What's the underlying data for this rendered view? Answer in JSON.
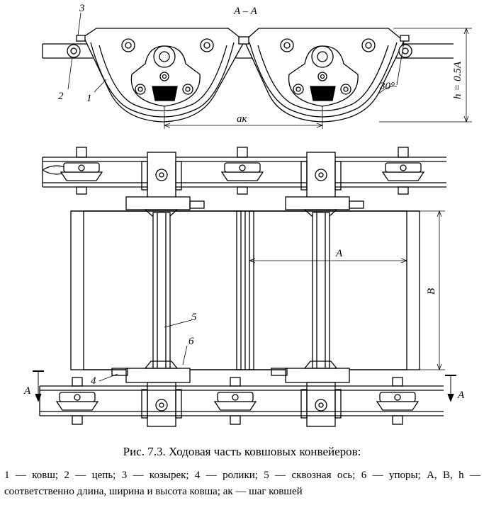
{
  "figure": {
    "section_label": "A – A",
    "labels": {
      "n1": "1",
      "n2": "2",
      "n3": "3",
      "n4": "4",
      "n5": "5",
      "n6": "6",
      "h_dim": "h = 0.5A",
      "angle": "30°",
      "a_k": "aк",
      "A": "A",
      "B": "B",
      "section_left": "A",
      "section_right": "A"
    }
  },
  "caption": "Рис. 7.3. Ходовая часть ковшовых конвейеров:",
  "legend": "1 — ковш; 2 — цепь; 3 — козырек; 4 — ролики; 5 — сквозная ось; 6 — упоры; A, B, h — соответственно длина, ширина и высота ковша; aк — шаг ковшей"
}
